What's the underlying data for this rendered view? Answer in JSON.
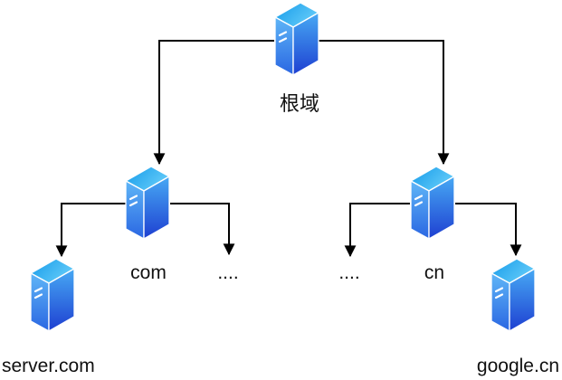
{
  "diagram": {
    "background": "#ffffff",
    "line_color": "#000000",
    "icon_colors": {
      "top_dark": "#149ae9",
      "top_light": "#63cbf9",
      "left_light": "#5fb6f7",
      "left_dark": "#2a66e2",
      "front_light": "#47a9f4",
      "front_dark": "#1e3fd1",
      "edge": "#ffffff"
    },
    "nodes": {
      "root": {
        "label": "根域"
      },
      "com": {
        "label": "com"
      },
      "cn": {
        "label": "cn"
      },
      "dots_left": {
        "label": "...."
      },
      "dots_right": {
        "label": "...."
      },
      "server_com": {
        "label": "server.com"
      },
      "google_cn": {
        "label": "google.cn"
      }
    }
  }
}
